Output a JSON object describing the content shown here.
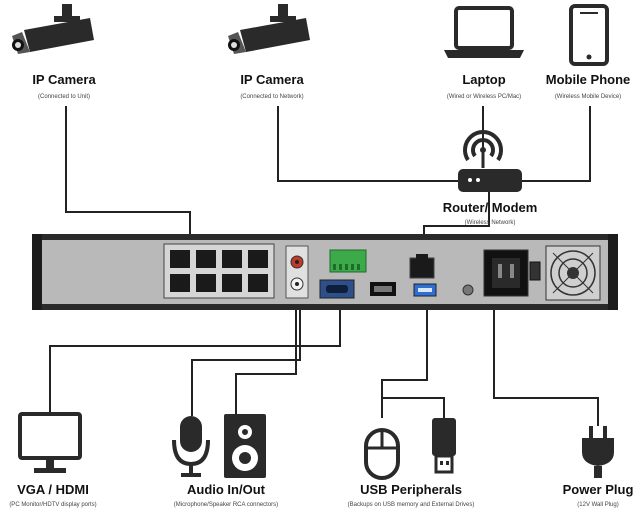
{
  "devices": {
    "ip_camera_unit": {
      "label": "IP Camera",
      "sub": "(Connected to Unit)",
      "icon": "ip-camera-icon"
    },
    "ip_camera_network": {
      "label": "IP Camera",
      "sub": "(Connected to Network)",
      "icon": "ip-camera-icon"
    },
    "laptop": {
      "label": "Laptop",
      "sub": "(Wired or Wireless PC/Mac)",
      "icon": "laptop-icon"
    },
    "mobile_phone": {
      "label": "Mobile Phone",
      "sub": "(Wireless Mobile Device)",
      "icon": "mobile-phone-icon"
    },
    "router": {
      "label": "Router/ Modem",
      "sub": "(Wireless Network)",
      "icon": "router-icon"
    },
    "vga_hdmi": {
      "label": "VGA / HDMI",
      "sub": "(PC Monitor/HDTV display ports)",
      "icon": "monitor-icon"
    },
    "audio": {
      "label": "Audio In/Out",
      "sub": "(Microphone/Speaker RCA connectors)",
      "icon": "microphone-speaker-icon"
    },
    "usb": {
      "label": "USB Peripherals",
      "sub": "(Backups on USB memory and External Drives)",
      "icon": "mouse-usb-drive-icon"
    },
    "power": {
      "label": "Power Plug",
      "sub": "(12V Wall Plug)",
      "icon": "power-plug-icon"
    }
  },
  "colors": {
    "line": "#222222",
    "unit_face": "#b9b9b9",
    "unit_body": "#2a2a2a",
    "terminal_green": "#3daa4a",
    "port_blue": "#2f6fd1"
  }
}
